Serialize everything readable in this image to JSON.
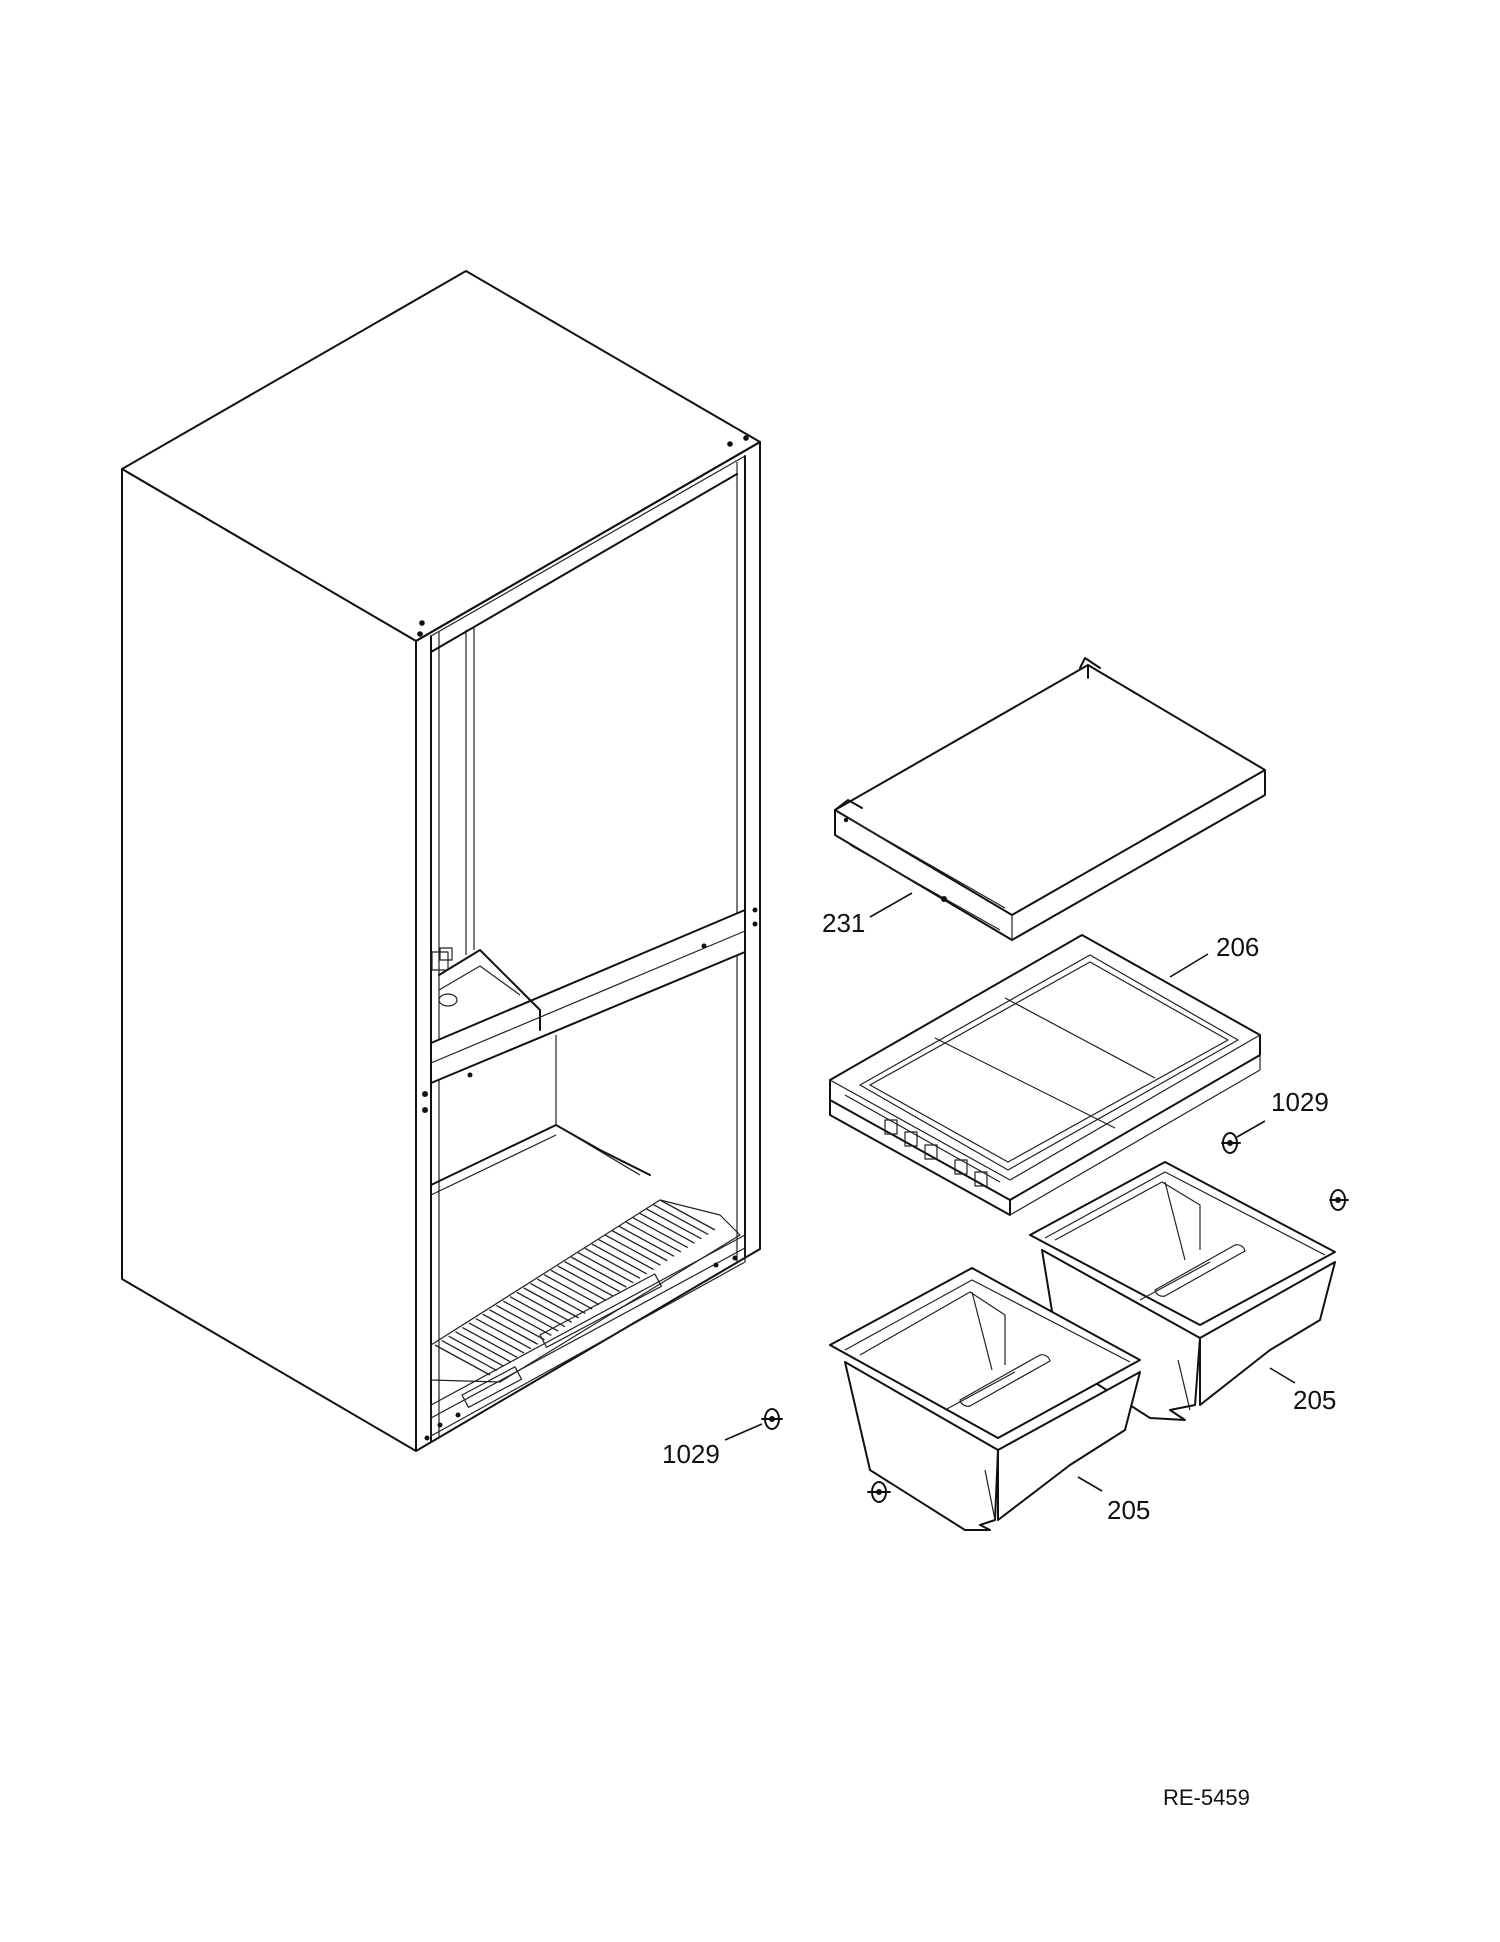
{
  "diagram": {
    "reference_code": "RE-5459",
    "callouts": [
      {
        "id": "231",
        "label": "231",
        "part": "shelf"
      },
      {
        "id": "206",
        "label": "206",
        "part": "crisper-cover"
      },
      {
        "id": "1029a",
        "label": "1029",
        "part": "drawer-roller"
      },
      {
        "id": "205a",
        "label": "205",
        "part": "crisper-drawer"
      },
      {
        "id": "1029b",
        "label": "1029",
        "part": "drawer-roller"
      },
      {
        "id": "205b",
        "label": "205",
        "part": "crisper-drawer"
      }
    ]
  }
}
